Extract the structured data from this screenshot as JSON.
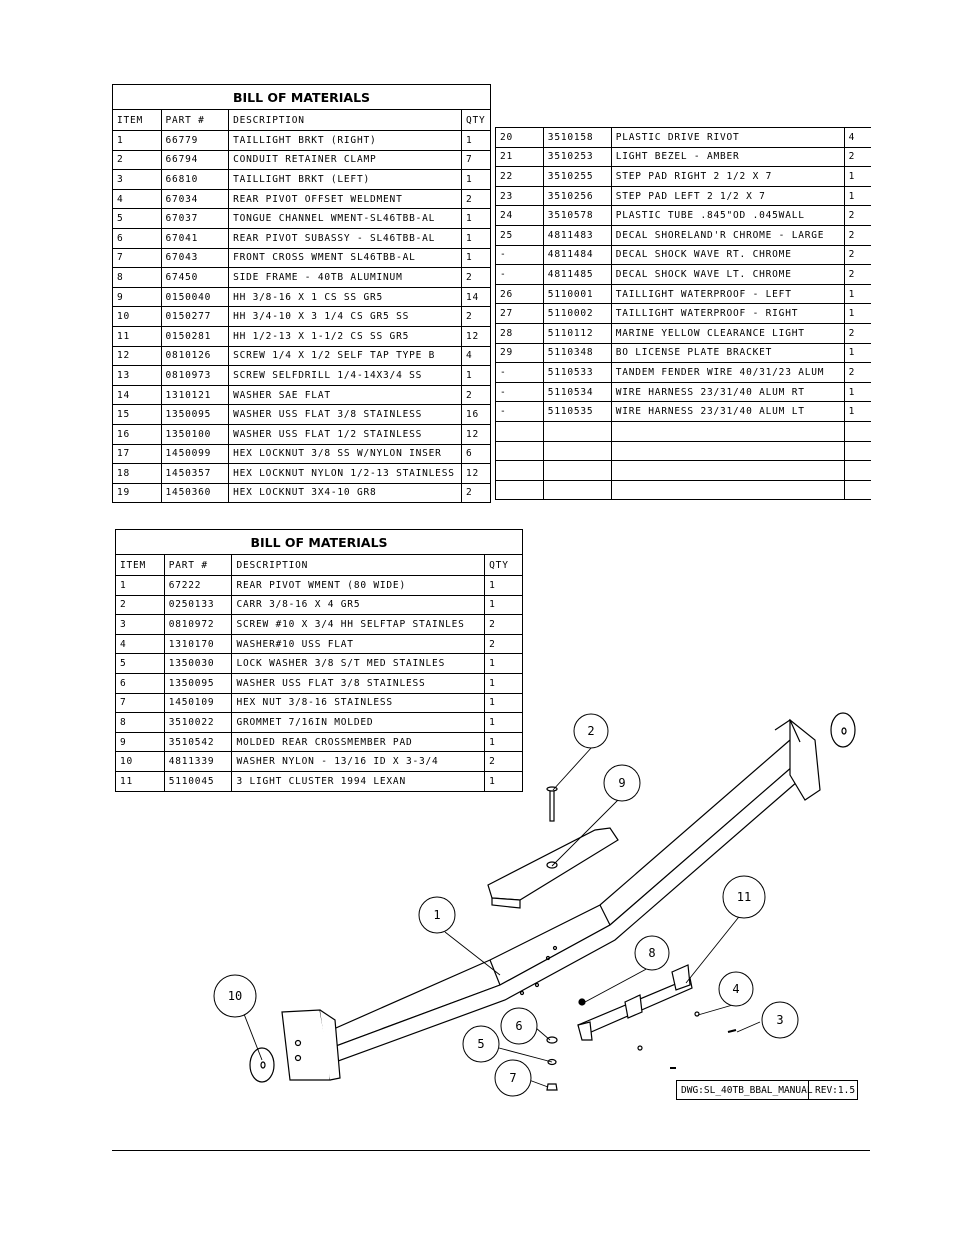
{
  "bom1": {
    "title": "BILL OF MATERIALS",
    "headers": [
      "ITEM",
      "PART #",
      "DESCRIPTION",
      "QTY"
    ],
    "rows": [
      [
        "1",
        "66779",
        "TAILLIGHT BRKT (RIGHT)",
        "1"
      ],
      [
        "2",
        "66794",
        "CONDUIT RETAINER CLAMP",
        "7"
      ],
      [
        "3",
        "66810",
        "TAILLIGHT BRKT (LEFT)",
        "1"
      ],
      [
        "4",
        "67034",
        "REAR PIVOT OFFSET WELDMENT",
        "2"
      ],
      [
        "5",
        "67037",
        "TONGUE CHANNEL WMENT-SL46TBB-AL",
        "1"
      ],
      [
        "6",
        "67041",
        "REAR PIVOT SUBASSY - SL46TBB-AL",
        "1"
      ],
      [
        "7",
        "67043",
        "FRONT CROSS WMENT SL46TBB-AL",
        "1"
      ],
      [
        "8",
        "67450",
        "SIDE FRAME - 40TB ALUMINUM",
        "2"
      ],
      [
        "9",
        "0150040",
        "HH 3/8-16 X 1 CS SS GR5",
        "14"
      ],
      [
        "10",
        "0150277",
        "HH 3/4-10 X 3 1/4 CS GR5 SS",
        "2"
      ],
      [
        "11",
        "0150281",
        "HH 1/2-13 X 1-1/2 CS SS GR5",
        "12"
      ],
      [
        "12",
        "0810126",
        "SCREW 1/4 X 1/2 SELF TAP TYPE B",
        "4"
      ],
      [
        "13",
        "0810973",
        "SCREW SELFDRILL  1/4-14X3/4 SS",
        "1"
      ],
      [
        "14",
        "1310121",
        "WASHER SAE FLAT",
        "2"
      ],
      [
        "15",
        "1350095",
        "WASHER USS FLAT 3/8 STAINLESS",
        "16"
      ],
      [
        "16",
        "1350100",
        "WASHER USS FLAT 1/2 STAINLESS",
        "12"
      ],
      [
        "17",
        "1450099",
        "HEX LOCKNUT 3/8 SS W/NYLON INSER",
        "6"
      ],
      [
        "18",
        "1450357",
        "HEX LOCKNUT NYLON 1/2-13 STAINLESS",
        "12"
      ],
      [
        "19",
        "1450360",
        "HEX LOCKNUT 3X4-10 GR8",
        "2"
      ]
    ]
  },
  "bom2": {
    "rows": [
      [
        "20",
        "3510158",
        "PLASTIC DRIVE RIVOT",
        "4"
      ],
      [
        "21",
        "3510253",
        "LIGHT BEZEL - AMBER",
        "2"
      ],
      [
        "22",
        "3510255",
        "STEP PAD  RIGHT  2 1/2 X  7",
        "1"
      ],
      [
        "23",
        "3510256",
        "STEP PAD  LEFT  2 1/2 X  7",
        "1"
      ],
      [
        "24",
        "3510578",
        "PLASTIC TUBE .845\"OD .045WALL",
        "2"
      ],
      [
        "25",
        "4811483",
        "DECAL SHORELAND'R CHROME - LARGE",
        "2"
      ],
      [
        "-",
        "4811484",
        "DECAL SHOCK WAVE RT. CHROME",
        "2"
      ],
      [
        "-",
        "4811485",
        "DECAL SHOCK WAVE LT. CHROME",
        "2"
      ],
      [
        "26",
        "5110001",
        "TAILLIGHT WATERPROOF - LEFT",
        "1"
      ],
      [
        "27",
        "5110002",
        "TAILLIGHT WATERPROOF - RIGHT",
        "1"
      ],
      [
        "28",
        "5110112",
        "MARINE YELLOW CLEARANCE LIGHT",
        "2"
      ],
      [
        "29",
        "5110348",
        "BO LICENSE PLATE BRACKET",
        "1"
      ],
      [
        "-",
        "5110533",
        "TANDEM FENDER WIRE 40/31/23 ALUM",
        "2"
      ],
      [
        "-",
        "5110534",
        "WIRE HARNESS 23/31/40 ALUM RT",
        "1"
      ],
      [
        "-",
        "5110535",
        "WIRE HARNESS 23/31/40 ALUM LT",
        "1"
      ],
      [
        "",
        "",
        "",
        ""
      ],
      [
        "",
        "",
        "",
        ""
      ],
      [
        "",
        "",
        "",
        ""
      ],
      [
        "",
        "",
        "",
        ""
      ]
    ]
  },
  "bom3": {
    "title": "BILL OF MATERIALS",
    "headers": [
      "ITEM",
      "PART #",
      "DESCRIPTION",
      "QTY"
    ],
    "rows": [
      [
        "1",
        "67222",
        "REAR PIVOT WMENT (80 WIDE)",
        "1"
      ],
      [
        "2",
        "0250133",
        "CARR 3/8-16 X 4 GR5",
        "1"
      ],
      [
        "3",
        "0810972",
        "SCREW #10 X 3/4 HH SELFTAP STAINLES",
        "2"
      ],
      [
        "4",
        "1310170",
        "WASHER#10 USS FLAT",
        "2"
      ],
      [
        "5",
        "1350030",
        "LOCK WASHER 3/8 S/T MED STAINLES",
        "1"
      ],
      [
        "6",
        "1350095",
        "WASHER USS FLAT 3/8 STAINLESS",
        "1"
      ],
      [
        "7",
        "1450109",
        "HEX NUT 3/8-16 STAINLESS",
        "1"
      ],
      [
        "8",
        "3510022",
        "GROMMET  7/16IN MOLDED",
        "1"
      ],
      [
        "9",
        "3510542",
        "MOLDED REAR CROSSMEMBER PAD",
        "1"
      ],
      [
        "10",
        "4811339",
        "WASHER NYLON - 13/16 ID X 3-3/4",
        "2"
      ],
      [
        "11",
        "5110045",
        "3 LIGHT CLUSTER  1994  LEXAN",
        "1"
      ]
    ]
  },
  "balloons": [
    "1",
    "2",
    "3",
    "4",
    "5",
    "6",
    "7",
    "8",
    "9",
    "10",
    "11"
  ],
  "title_block": {
    "dwg": "DWG:SL_40TB_BBAL_MANUAL",
    "rev": "REV:1.5"
  }
}
